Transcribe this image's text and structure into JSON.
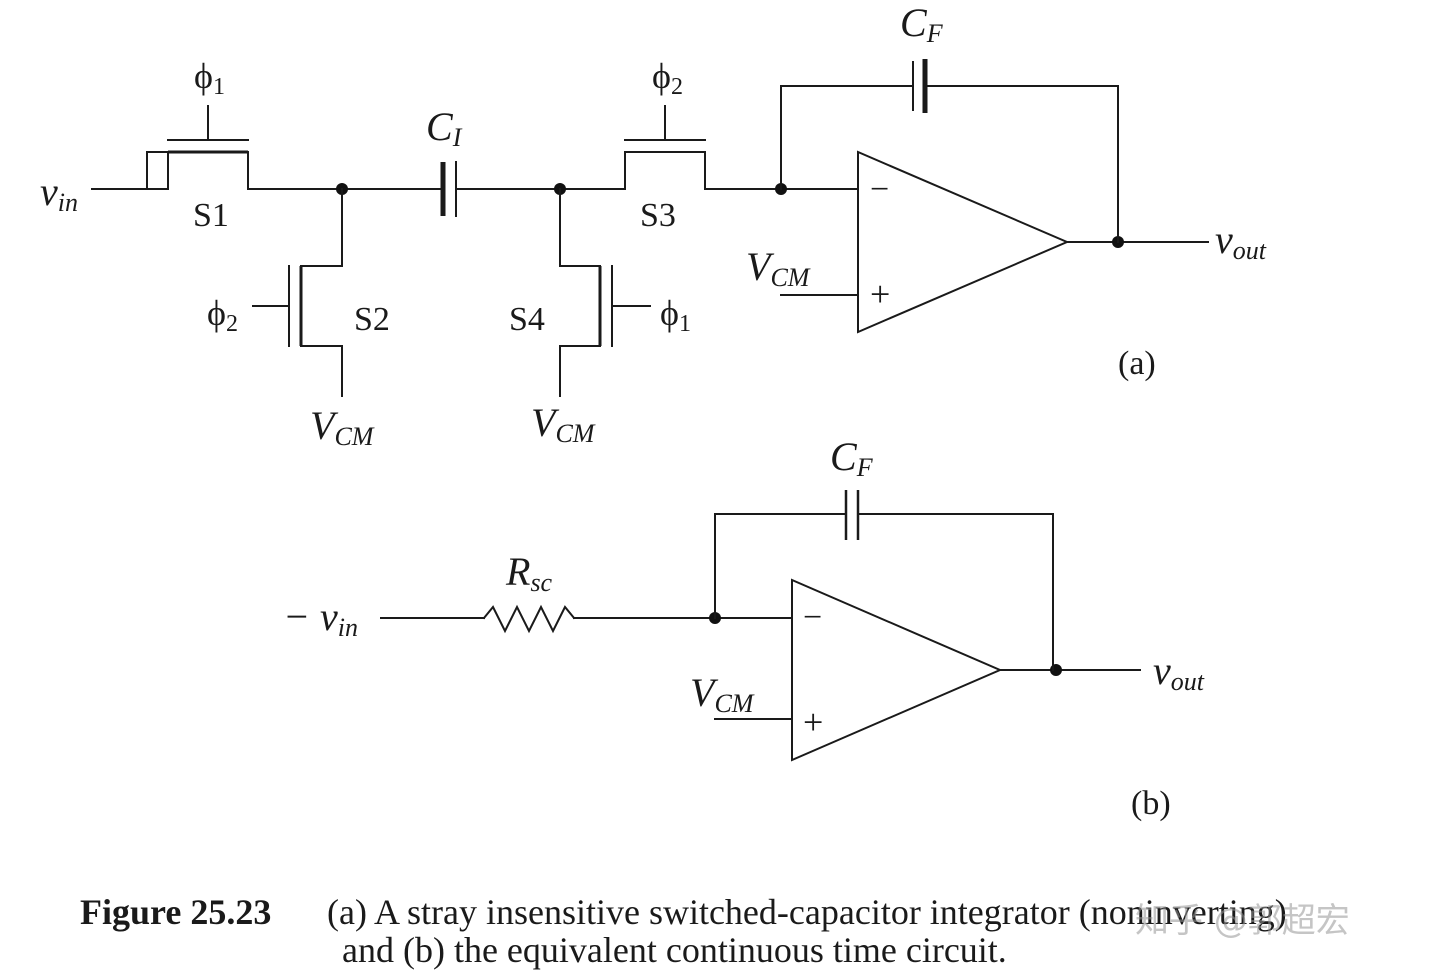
{
  "figure": {
    "number": "Figure 25.23",
    "caption_line1": "(a) A stray insensitive switched-capacitor integrator (noninverting)",
    "caption_line2": "and (b) the equivalent continuous time circuit.",
    "watermark": "知乎 @郭超宏"
  },
  "circuit_a": {
    "tag": "(a)",
    "input": {
      "main": "v",
      "sub": "in"
    },
    "output": {
      "main": "v",
      "sub": "out"
    },
    "switches": {
      "s1": "S1",
      "s2": "S2",
      "s3": "S3",
      "s4": "S4"
    },
    "phases": {
      "s1": {
        "main": "ϕ",
        "sub": "1"
      },
      "s2": {
        "main": "ϕ",
        "sub": "2"
      },
      "s3": {
        "main": "ϕ",
        "sub": "2"
      },
      "s4": {
        "main": "ϕ",
        "sub": "1"
      }
    },
    "caps": {
      "ci": {
        "main": "C",
        "sub": "I"
      },
      "cf": {
        "main": "C",
        "sub": "F"
      }
    },
    "vcm": {
      "main": "V",
      "sub": "CM"
    },
    "opamp": {
      "minus": "−",
      "plus": "+"
    }
  },
  "circuit_b": {
    "tag": "(b)",
    "input": {
      "sign": "−",
      "main": "v",
      "sub": "in"
    },
    "output": {
      "main": "v",
      "sub": "out"
    },
    "resistor": {
      "main": "R",
      "sub": "sc"
    },
    "cf": {
      "main": "C",
      "sub": "F"
    },
    "vcm": {
      "main": "V",
      "sub": "CM"
    },
    "opamp": {
      "minus": "−",
      "plus": "+"
    }
  }
}
